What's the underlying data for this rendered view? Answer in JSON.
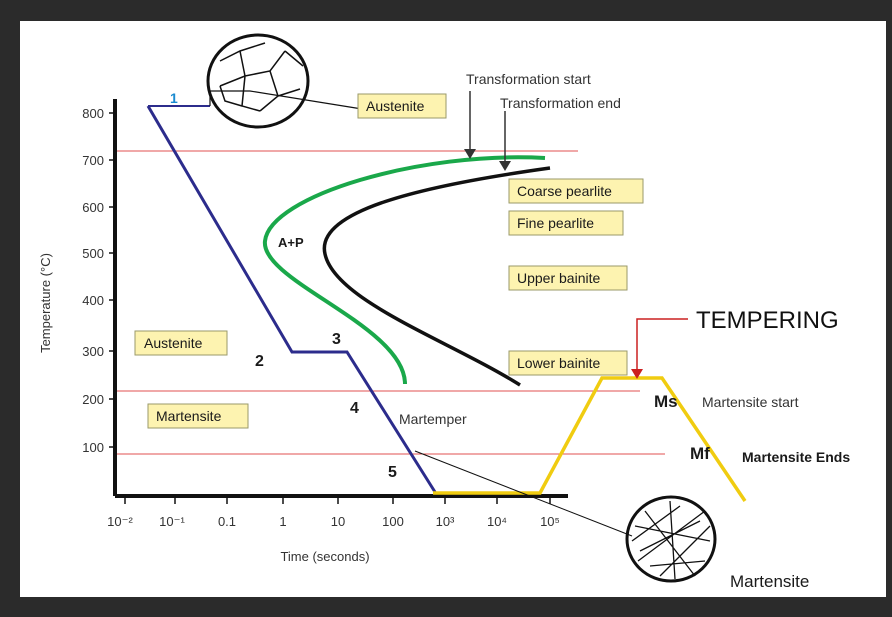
{
  "axes": {
    "ylabel": "Temperature (°C)",
    "xlabel": "Time (seconds)",
    "yticks": [
      "800",
      "700",
      "600",
      "500",
      "400",
      "300",
      "200",
      "100"
    ],
    "xticks": [
      "10⁻²",
      "10⁻¹",
      "0.1",
      "1",
      "10",
      "100",
      "10³",
      "10⁴",
      "10⁵"
    ]
  },
  "labels": {
    "transformation_start": "Transformation start",
    "transformation_end": "Transformation end",
    "austenite_top": "Austenite",
    "coarse_pearlite": "Coarse pearlite",
    "fine_pearlite": "Fine pearlite",
    "upper_bainite": "Upper bainite",
    "lower_bainite": "Lower bainite",
    "austenite_left": "Austenite",
    "martensite_left": "Martensite",
    "a_plus_p": "A+P",
    "tempering": "TEMPERING",
    "ms": "Ms",
    "martensite_start": "Martensite start",
    "mf": "Mf",
    "martensite_ends": "Martensite Ends",
    "martemper": "Martemper",
    "martensite_bottom": "Martensite"
  },
  "step_numbers": [
    "1",
    "2",
    "3",
    "4",
    "5"
  ],
  "colors": {
    "transformation_start_curve": "#1aa84a",
    "transformation_end_curve": "#111111",
    "cooling_path": "#2c2c8c",
    "tempering_path": "#f0cc10",
    "reference_lines": "#e05050",
    "tempering_arrow": "#cc2020",
    "label_fill": "#fdf3b0"
  }
}
